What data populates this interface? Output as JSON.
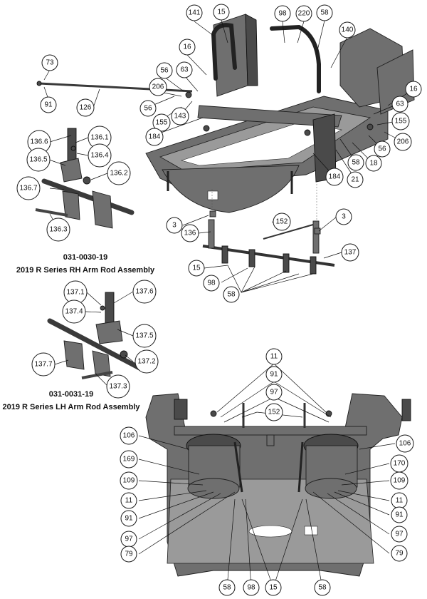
{
  "assemblies": {
    "rh": {
      "part_number": "031-0030-19",
      "name": "2019 R Series RH Arm Rod Assembly"
    },
    "lh": {
      "part_number": "031-0031-19",
      "name": "2019 R Series LH Arm Rod Assembly"
    }
  },
  "callouts": {
    "frame": [
      "141",
      "15",
      "98",
      "220",
      "58",
      "140",
      "16",
      "73",
      "56",
      "63",
      "206",
      "91",
      "126",
      "56",
      "155",
      "143",
      "184",
      "16",
      "63",
      "155",
      "206",
      "56",
      "18",
      "58",
      "21",
      "184"
    ],
    "rh_arm": [
      "136.6",
      "136.1",
      "136.5",
      "136.4",
      "136.2",
      "136.7",
      "136.3"
    ],
    "linkage": [
      "3",
      "136",
      "152",
      "3",
      "137",
      "15",
      "98",
      "58"
    ],
    "lh_arm": [
      "137.1",
      "137.6",
      "137.4",
      "137.5",
      "137.2",
      "137.7",
      "137.3"
    ],
    "pump": [
      "11",
      "91",
      "97",
      "152",
      "106",
      "106",
      "169",
      "170",
      "109",
      "109",
      "11",
      "11",
      "91",
      "91",
      "97",
      "97",
      "79",
      "79",
      "58",
      "98",
      "15",
      "58"
    ]
  }
}
